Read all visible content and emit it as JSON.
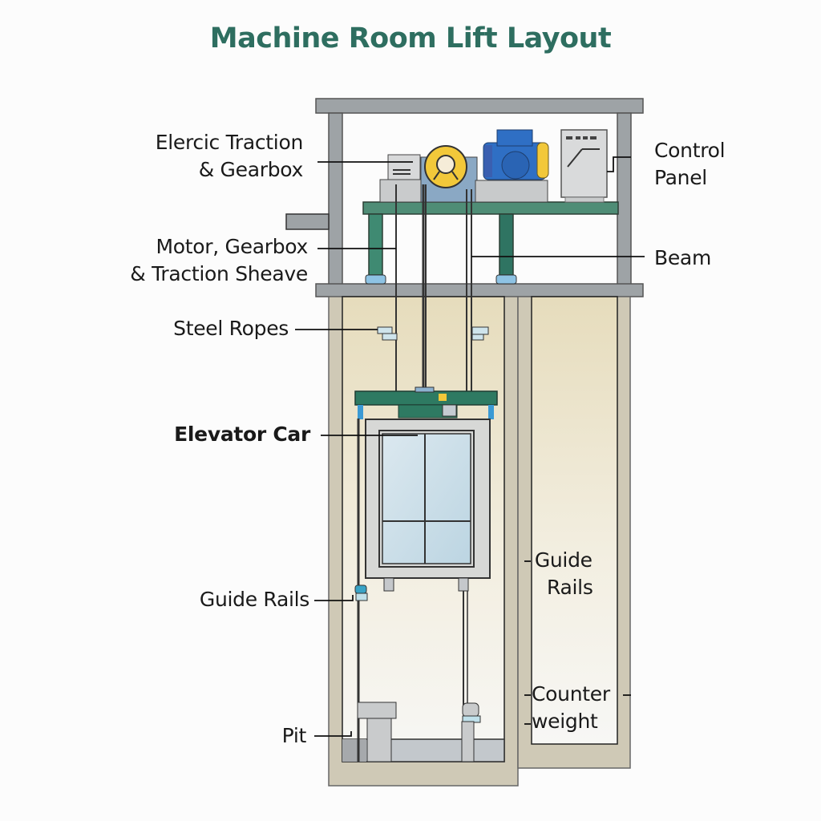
{
  "title": "Machine Room Lift Layout",
  "labels": {
    "electric_traction": [
      "Elercic Traction",
      "& Gearbox"
    ],
    "control_panel": [
      "Control",
      "Panel"
    ],
    "motor_gearbox": [
      "Motor, Gearbox",
      "& Traction Sheave"
    ],
    "beam": "Beam",
    "steel_ropes": "Steel Ropes",
    "elevator_car": "Elevator Car",
    "guide_rails_left": "Guide Rails",
    "guide_rails_right": [
      "Guide",
      "Rails"
    ],
    "counterweight": [
      "Counter",
      "weight"
    ],
    "pit": "Pit"
  },
  "colors": {
    "title": "#2e6e60",
    "frame": "#9ea3a6",
    "beam_green": "#3f8a72",
    "concrete": "#cfc9b6",
    "motor_blue": "#2f6fc4",
    "sheave_yellow": "#f2c83a",
    "glass": "#cfe2ec"
  }
}
